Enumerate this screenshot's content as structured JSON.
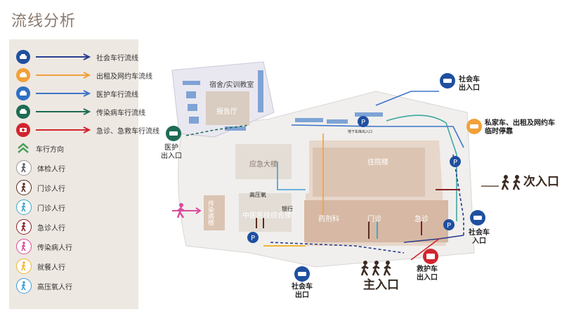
{
  "title": "流线分析",
  "legend": {
    "flows": [
      {
        "label": "社会车行流线",
        "color": "#2a3d8f",
        "dot": "#1f4fa0"
      },
      {
        "label": "出租及网约车流线",
        "color": "#f0a03c",
        "dot": "#f2a03a"
      },
      {
        "label": "医护车行流线",
        "color": "#3e74c9",
        "dot": "#2e6fc4"
      },
      {
        "label": "传染病车行流线",
        "color": "#1f6b55",
        "dot": "#1f6b55"
      },
      {
        "label": "急诊、急救车行流线",
        "color": "#d1242e",
        "dot": "#d1242e"
      }
    ],
    "direction": {
      "label": "车行方向",
      "color": "#4aa05a"
    },
    "peds": [
      {
        "label": "体检人行",
        "color": "#5a5a5a"
      },
      {
        "label": "门诊人行",
        "color": "#5a2c1c"
      },
      {
        "label": "门诊人行",
        "color": "#3fa8c8"
      },
      {
        "label": "急诊人行",
        "color": "#8a1f24"
      },
      {
        "label": "传染病人行",
        "color": "#d94c9c"
      },
      {
        "label": "就餐人行",
        "color": "#f2b531"
      },
      {
        "label": "高压氧人行",
        "color": "#3e9fd4"
      }
    ]
  },
  "map": {
    "buildings": {
      "dorm": "宿舍/实训教室",
      "hall": "报告厅",
      "emergency": "应急大楼",
      "inpatient": "住院楼",
      "tcm": "中医医技综合楼",
      "pharmacy": "药剂科",
      "clinic": "门诊",
      "er": "急诊",
      "oxygen": "高压氧",
      "infect": "传染病楼",
      "bank": "银行"
    },
    "labels": {
      "medical_entrance": "医护\n出入口",
      "social_car_in_out": "社会车\n出入口",
      "private_park": "私家车、出租及网约车\n临时停靠",
      "secondary_entrance": "次入口",
      "social_car_in": "社会车\n入口",
      "social_car_out": "社会车\n出口",
      "main_entrance": "主入口",
      "ambulance": "救护车\n出入口",
      "parking_tag": "地下车库出入口"
    }
  }
}
